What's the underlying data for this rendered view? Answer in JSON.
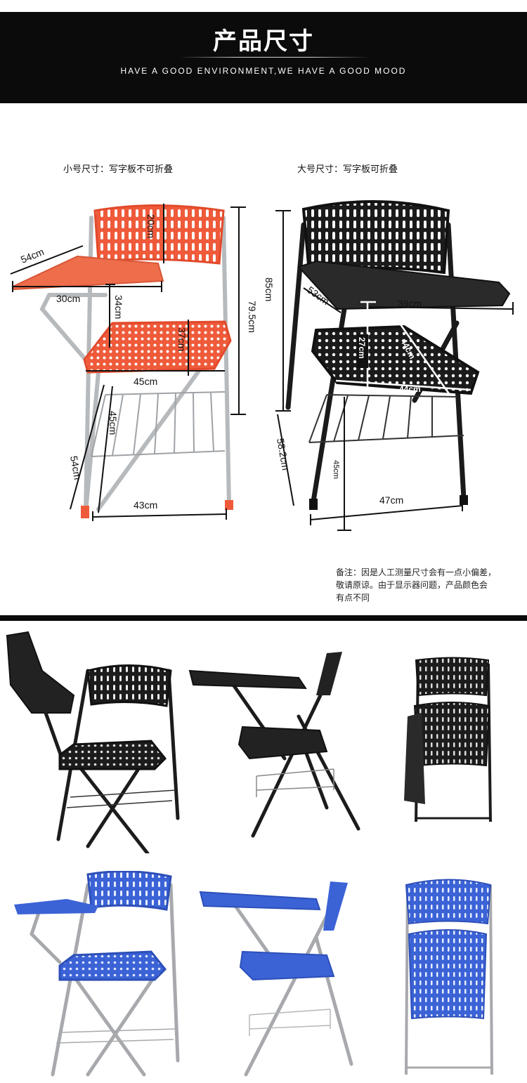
{
  "header": {
    "title": "产品尺寸",
    "subtitle": "HAVE A GOOD ENVIRONMENT,WE HAVE A GOOD MOOD"
  },
  "small_chair": {
    "caption": "小号尺寸：写字板不可折叠",
    "color": "#ee5a3a",
    "dimensions": {
      "backrest_height": "20cm",
      "tablet_length": "54cm",
      "tablet_width": "30cm",
      "tablet_to_seat": "34cm",
      "seat_depth": "37cm",
      "total_height": "79.5cm",
      "seat_width": "45cm",
      "seat_height": "45cm",
      "leg_depth": "54cm",
      "base_width": "43cm"
    }
  },
  "large_chair": {
    "caption": "大号尺寸：写字板可折叠",
    "color": "#1b1b1b",
    "dimensions": {
      "total_height": "85cm",
      "tablet_depth": "53cm",
      "tablet_width": "39cm",
      "back_to_seat": "27cm",
      "seat_diagonal": "44cm",
      "seat_width": "44cm",
      "leg_height": "58.2cm",
      "seat_height": "45cm",
      "base_width": "47cm"
    }
  },
  "note": {
    "lines": [
      "备注：因是人工测量尺寸会有一点小偏差，",
      "敬请原谅。由于显示器问题，产品颜色会",
      "有点不同"
    ]
  },
  "gallery": {
    "black_color": "#1c1c1c",
    "blue_color": "#3b63d6",
    "frame_color": "#a7a9ad"
  }
}
